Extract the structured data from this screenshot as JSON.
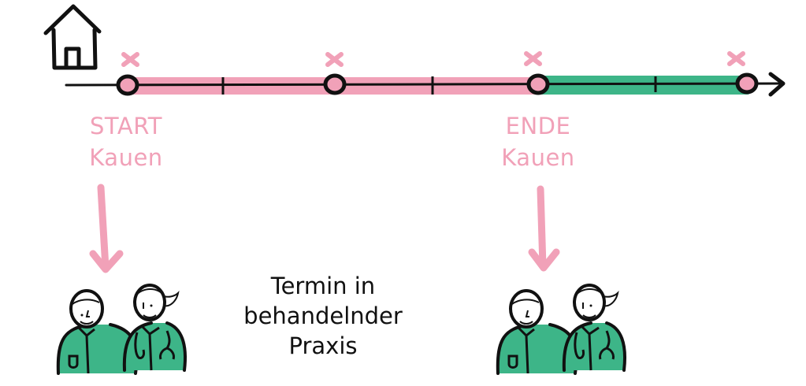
{
  "colors": {
    "pink": "#F1A1B8",
    "green": "#3DB588",
    "ink": "#111111"
  },
  "icons": {
    "home": "house-icon",
    "marker": "x-mark-icon",
    "staff": "medical-staff-icon"
  },
  "timeline": {
    "points": 4,
    "pink_segment": "START to ENDE",
    "green_segment": "ENDE to end"
  },
  "labels": {
    "start": {
      "line1": "START",
      "line2": "Kauen"
    },
    "end": {
      "line1": "ENDE",
      "line2": "Kauen"
    }
  },
  "appointment": {
    "line1": "Termin in",
    "line2": "behandelnder",
    "line3": "Praxis"
  }
}
